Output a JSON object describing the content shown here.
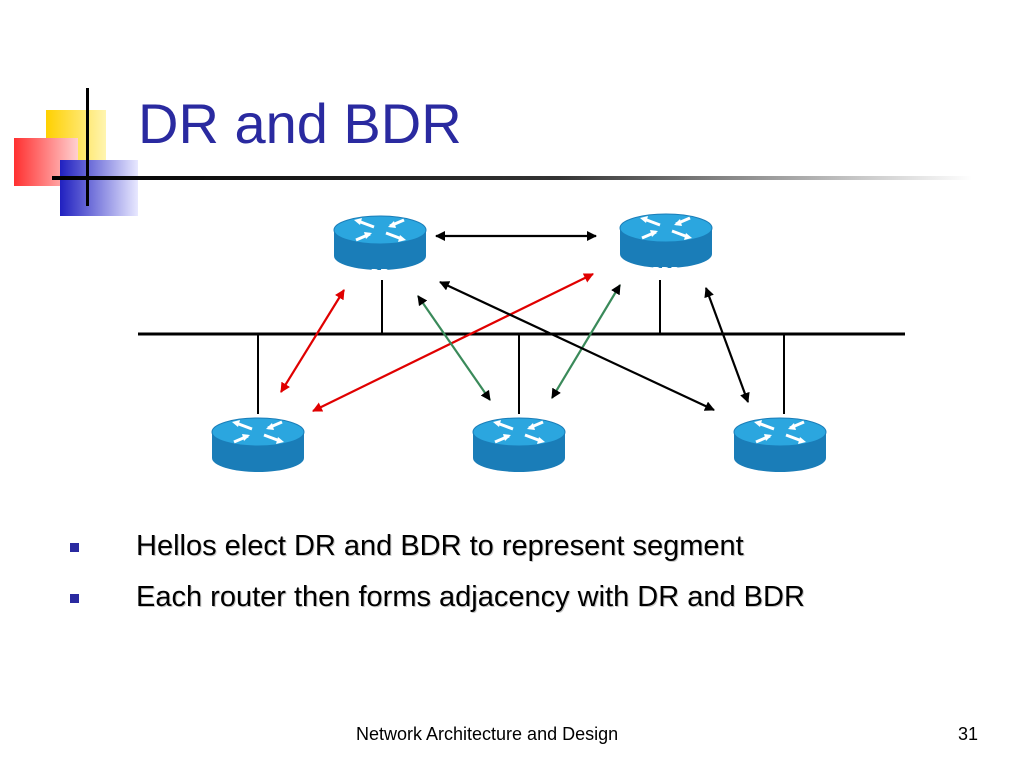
{
  "slide": {
    "title": "DR and BDR",
    "bullets": [
      "Hellos elect DR and BDR to represent segment",
      "Each router then forms adjacency with DR and BDR"
    ],
    "footer": "Network Architecture and Design",
    "page_number": "31"
  },
  "diagram": {
    "routers": [
      {
        "id": "dr",
        "label": "DR",
        "icon": "router-icon"
      },
      {
        "id": "bdr",
        "label": "BDR",
        "icon": "router-icon"
      },
      {
        "id": "r1",
        "label": "",
        "icon": "router-icon"
      },
      {
        "id": "r2",
        "label": "",
        "icon": "router-icon"
      },
      {
        "id": "r3",
        "label": "",
        "icon": "router-icon"
      }
    ],
    "links": [
      {
        "from": "dr",
        "to": "bdr",
        "color": "#000000"
      },
      {
        "from": "dr",
        "to": "r1",
        "color": "#e00000"
      },
      {
        "from": "bdr",
        "to": "r1",
        "color": "#e00000"
      },
      {
        "from": "dr",
        "to": "r2",
        "color": "#3a8a5a"
      },
      {
        "from": "bdr",
        "to": "r2",
        "color": "#3a8a5a"
      },
      {
        "from": "dr",
        "to": "r3",
        "color": "#000000"
      },
      {
        "from": "bdr",
        "to": "r3",
        "color": "#000000"
      }
    ]
  },
  "colors": {
    "title": "#2a2aa0",
    "router_body": "#1a8ac8",
    "router_top": "#2ba6df"
  }
}
